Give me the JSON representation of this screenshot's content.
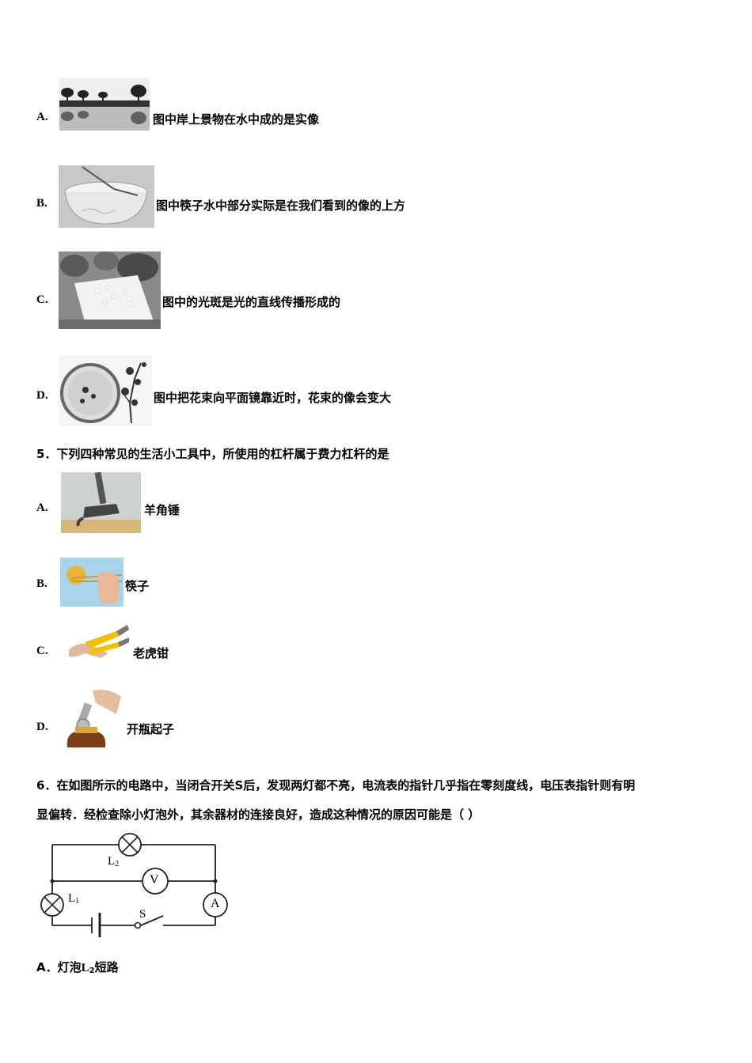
{
  "q4": {
    "options": [
      {
        "label": "A.",
        "text": "图中岸上景物在水中成的是实像",
        "image": "reflection-photo"
      },
      {
        "label": "B.",
        "text": "图中筷子水中部分实际是在我们看到的像的上方",
        "image": "chopstick-bowl-photo"
      },
      {
        "label": "C.",
        "text": "图中的光斑是光的直线传播形成的",
        "image": "light-spots-photo"
      },
      {
        "label": "D.",
        "text": "图中把花束向平面镜靠近时，花束的像会变大",
        "image": "mirror-flowers-photo"
      }
    ]
  },
  "q5": {
    "stem": "5．下列四种常见的生活小工具中，所使用的杠杆属于费力杠杆的是",
    "options": [
      {
        "label": "A.",
        "text": "羊角锤",
        "image": "claw-hammer-photo"
      },
      {
        "label": "B.",
        "text": "筷子",
        "image": "chopsticks-photo"
      },
      {
        "label": "C.",
        "text": "老虎钳",
        "image": "pliers-photo"
      },
      {
        "label": "D.",
        "text": "开瓶起子",
        "image": "bottle-opener-photo"
      }
    ]
  },
  "q6": {
    "stem_line1": "6．在如图所示的电路中，当闭合开关S后，发现两灯都不亮，电流表的指针几乎指在零刻度线，电压表指针则有明",
    "stem_line2": "显偏转．经检查除小灯泡外，其余器材的连接良好，造成这种情况的原因可能是（  ）",
    "circuit": {
      "l2": "L",
      "l2_sub": "2",
      "l1": "L",
      "l1_sub": "1",
      "voltmeter": "V",
      "ammeter": "A",
      "switch": "S"
    },
    "option_a_label": "A．",
    "option_a_text_pre": "灯泡",
    "option_a_symbol": "L",
    "option_a_sub": "2",
    "option_a_text_post": "短路"
  }
}
